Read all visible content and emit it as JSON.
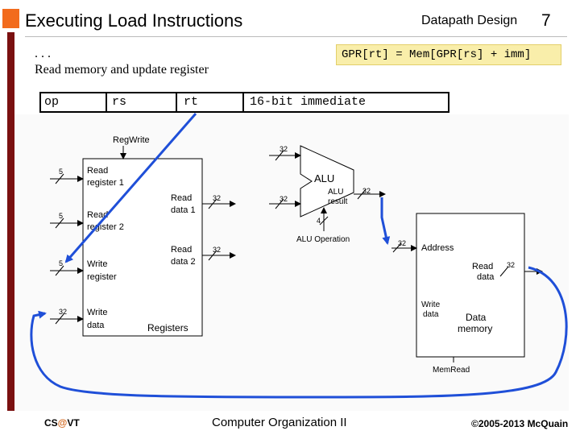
{
  "header": {
    "title": "Executing Load Instructions",
    "section": "Datapath Design",
    "page_number": "7"
  },
  "intro": {
    "ellipsis": ". . .",
    "subtitle": "Read memory and update register"
  },
  "formula": "GPR[rt] = Mem[GPR[rs] + imm]",
  "instruction_fields": [
    "op",
    "rs",
    "rt",
    "16-bit immediate"
  ],
  "registers": {
    "label": "Registers",
    "reg_write": "RegWrite",
    "read_register_1": [
      "Read",
      "register 1"
    ],
    "read_register_2": [
      "Read",
      "register 2"
    ],
    "write_register": [
      "Write",
      "register"
    ],
    "write_data": [
      "Write",
      "data"
    ],
    "read_data_1": [
      "Read",
      "data 1"
    ],
    "read_data_2": [
      "Read",
      "data 2"
    ],
    "input_widths": [
      "5",
      "5",
      "5",
      "32"
    ],
    "output_widths": [
      "32",
      "32"
    ]
  },
  "alu": {
    "label": "ALU",
    "result": [
      "ALU",
      "result"
    ],
    "operation": "ALU Operation",
    "input_widths": [
      "32",
      "32"
    ],
    "output_width": "32",
    "op_width": "4"
  },
  "memory": {
    "address": "Address",
    "read_data": [
      "Read",
      "data"
    ],
    "write_data": [
      "Write",
      "data"
    ],
    "label": [
      "Data",
      "memory"
    ],
    "mem_read": "MemRead",
    "address_width": "32",
    "read_width": "32"
  },
  "footer": {
    "left_prefix": "CS",
    "left_at": "@",
    "left_suffix": "VT",
    "center": "Computer Organization II",
    "right": "©2005-2013 McQuain"
  },
  "colors": {
    "accent_orange": "#f26b1d",
    "left_bar": "#7a1010",
    "formula_bg": "#f9eeaa",
    "highlight_wire": "#1f4fd8",
    "alu_fill": "#ffffff"
  }
}
